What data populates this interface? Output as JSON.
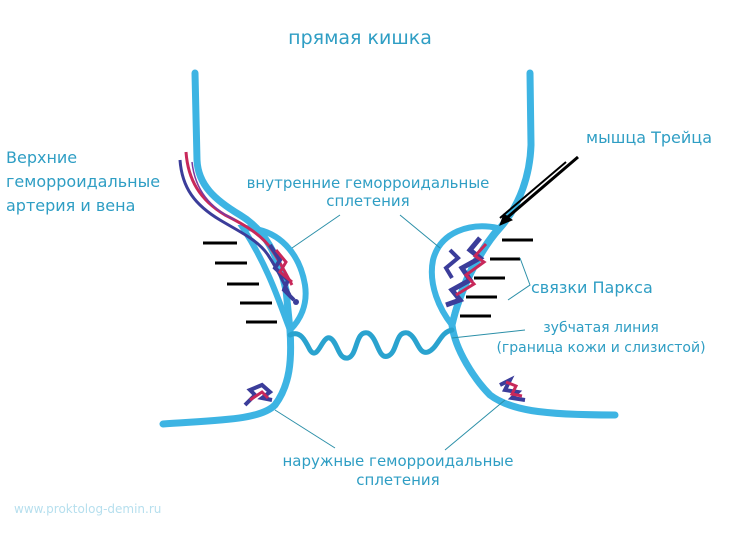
{
  "diagram": {
    "title": "прямая кишка",
    "labels": {
      "upper_vessels": [
        "Верхние",
        "геморроидальные",
        "артерия и вена"
      ],
      "internal_plexus": [
        "внутренние геморроидальные",
        "сплетения"
      ],
      "treitz_muscle": "мышца Трейца",
      "parks_ligaments": "связки Паркса",
      "dentate_line": [
        "зубчатая линия",
        "(граница кожи и слизистой)"
      ],
      "external_plexus": [
        "наружные геморроидальные",
        "сплетения"
      ]
    },
    "watermark": "www.proktolog-demin.ru",
    "colors": {
      "wall": "#3db4e3",
      "text": "#2f9ec4",
      "artery": "#c8285a",
      "vein": "#3b3d9a",
      "ligament": "#000000",
      "leader": "#2b8fa8"
    }
  }
}
